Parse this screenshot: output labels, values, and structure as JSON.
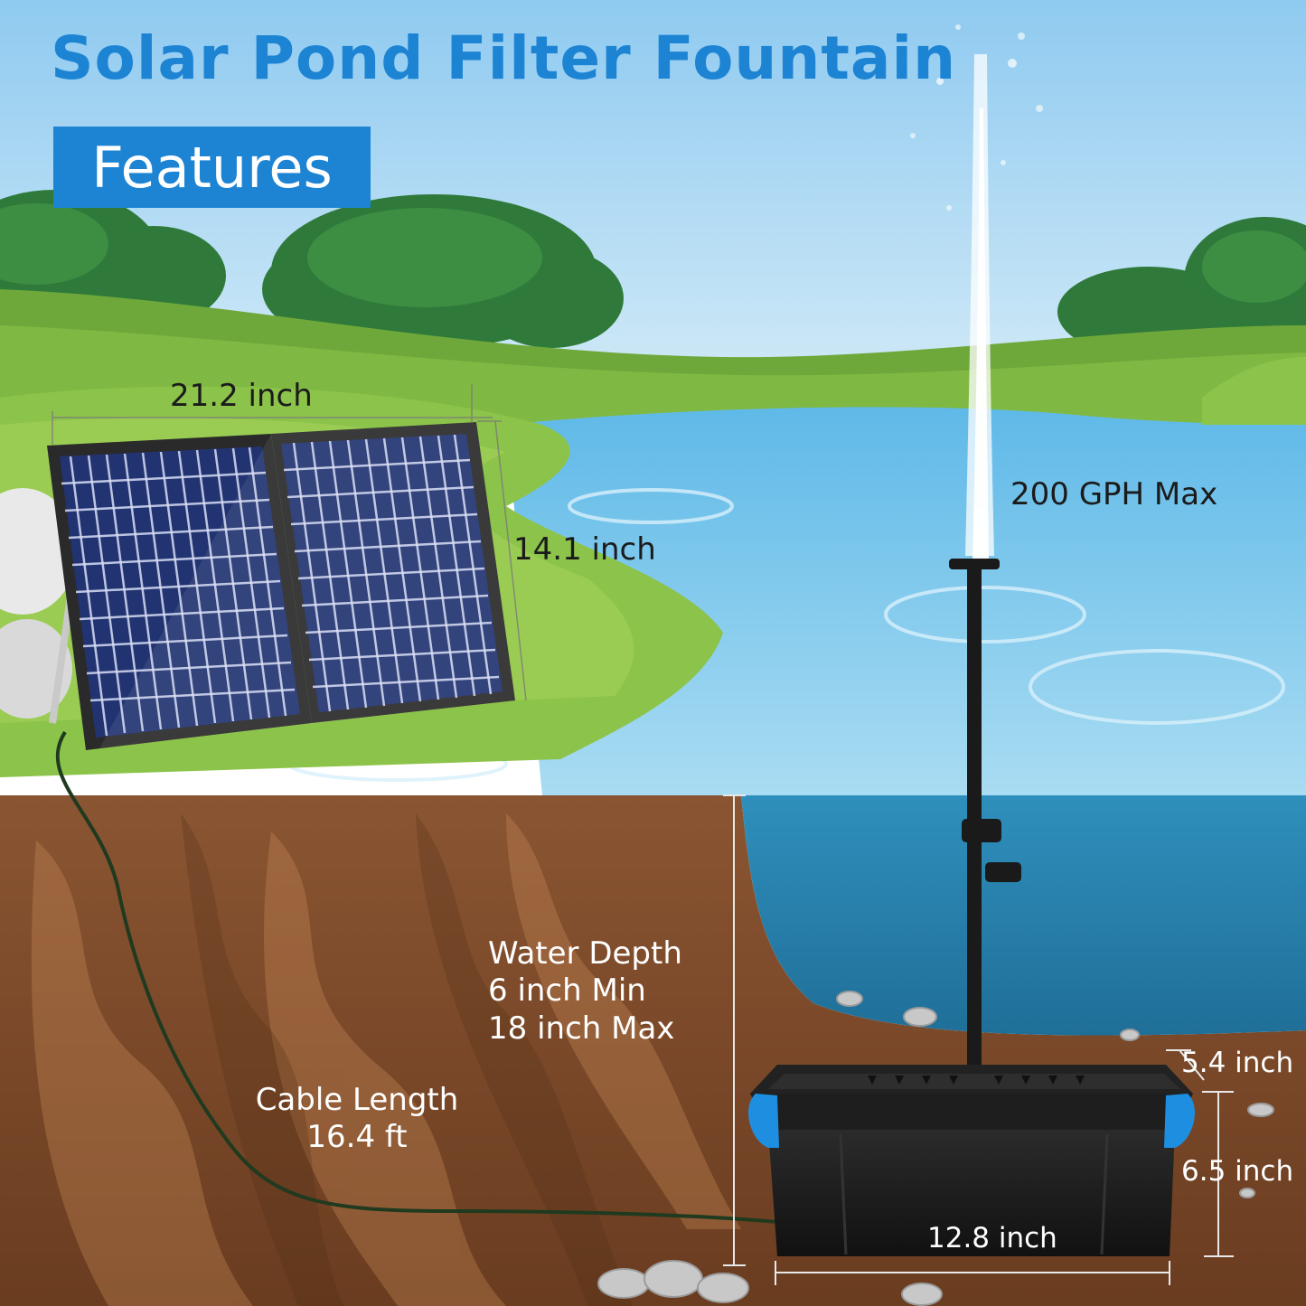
{
  "headline": {
    "title": "Solar Pond Filter Fountain",
    "badge": "Features"
  },
  "colors": {
    "brand_blue": "#1d84d4",
    "sky": "#a9d6f0",
    "grass": "#8cc34a",
    "water": "#7ec7ea",
    "soil": "#7a4a2a",
    "panel": "#24305e",
    "accent_clip": "#1e8fe0"
  },
  "specs": {
    "panel_width": "21.2 inch",
    "panel_height": "14.1 inch",
    "flow_rate": "200 GPH Max",
    "water_depth_title": "Water Depth",
    "water_depth_min": "6 inch Min",
    "water_depth_max": "18 inch Max",
    "cable_title": "Cable Length",
    "cable_value": "16.4 ft",
    "box_top_height": "5.4 inch",
    "box_bottom_height": "6.5 inch",
    "box_width": "12.8 inch"
  }
}
